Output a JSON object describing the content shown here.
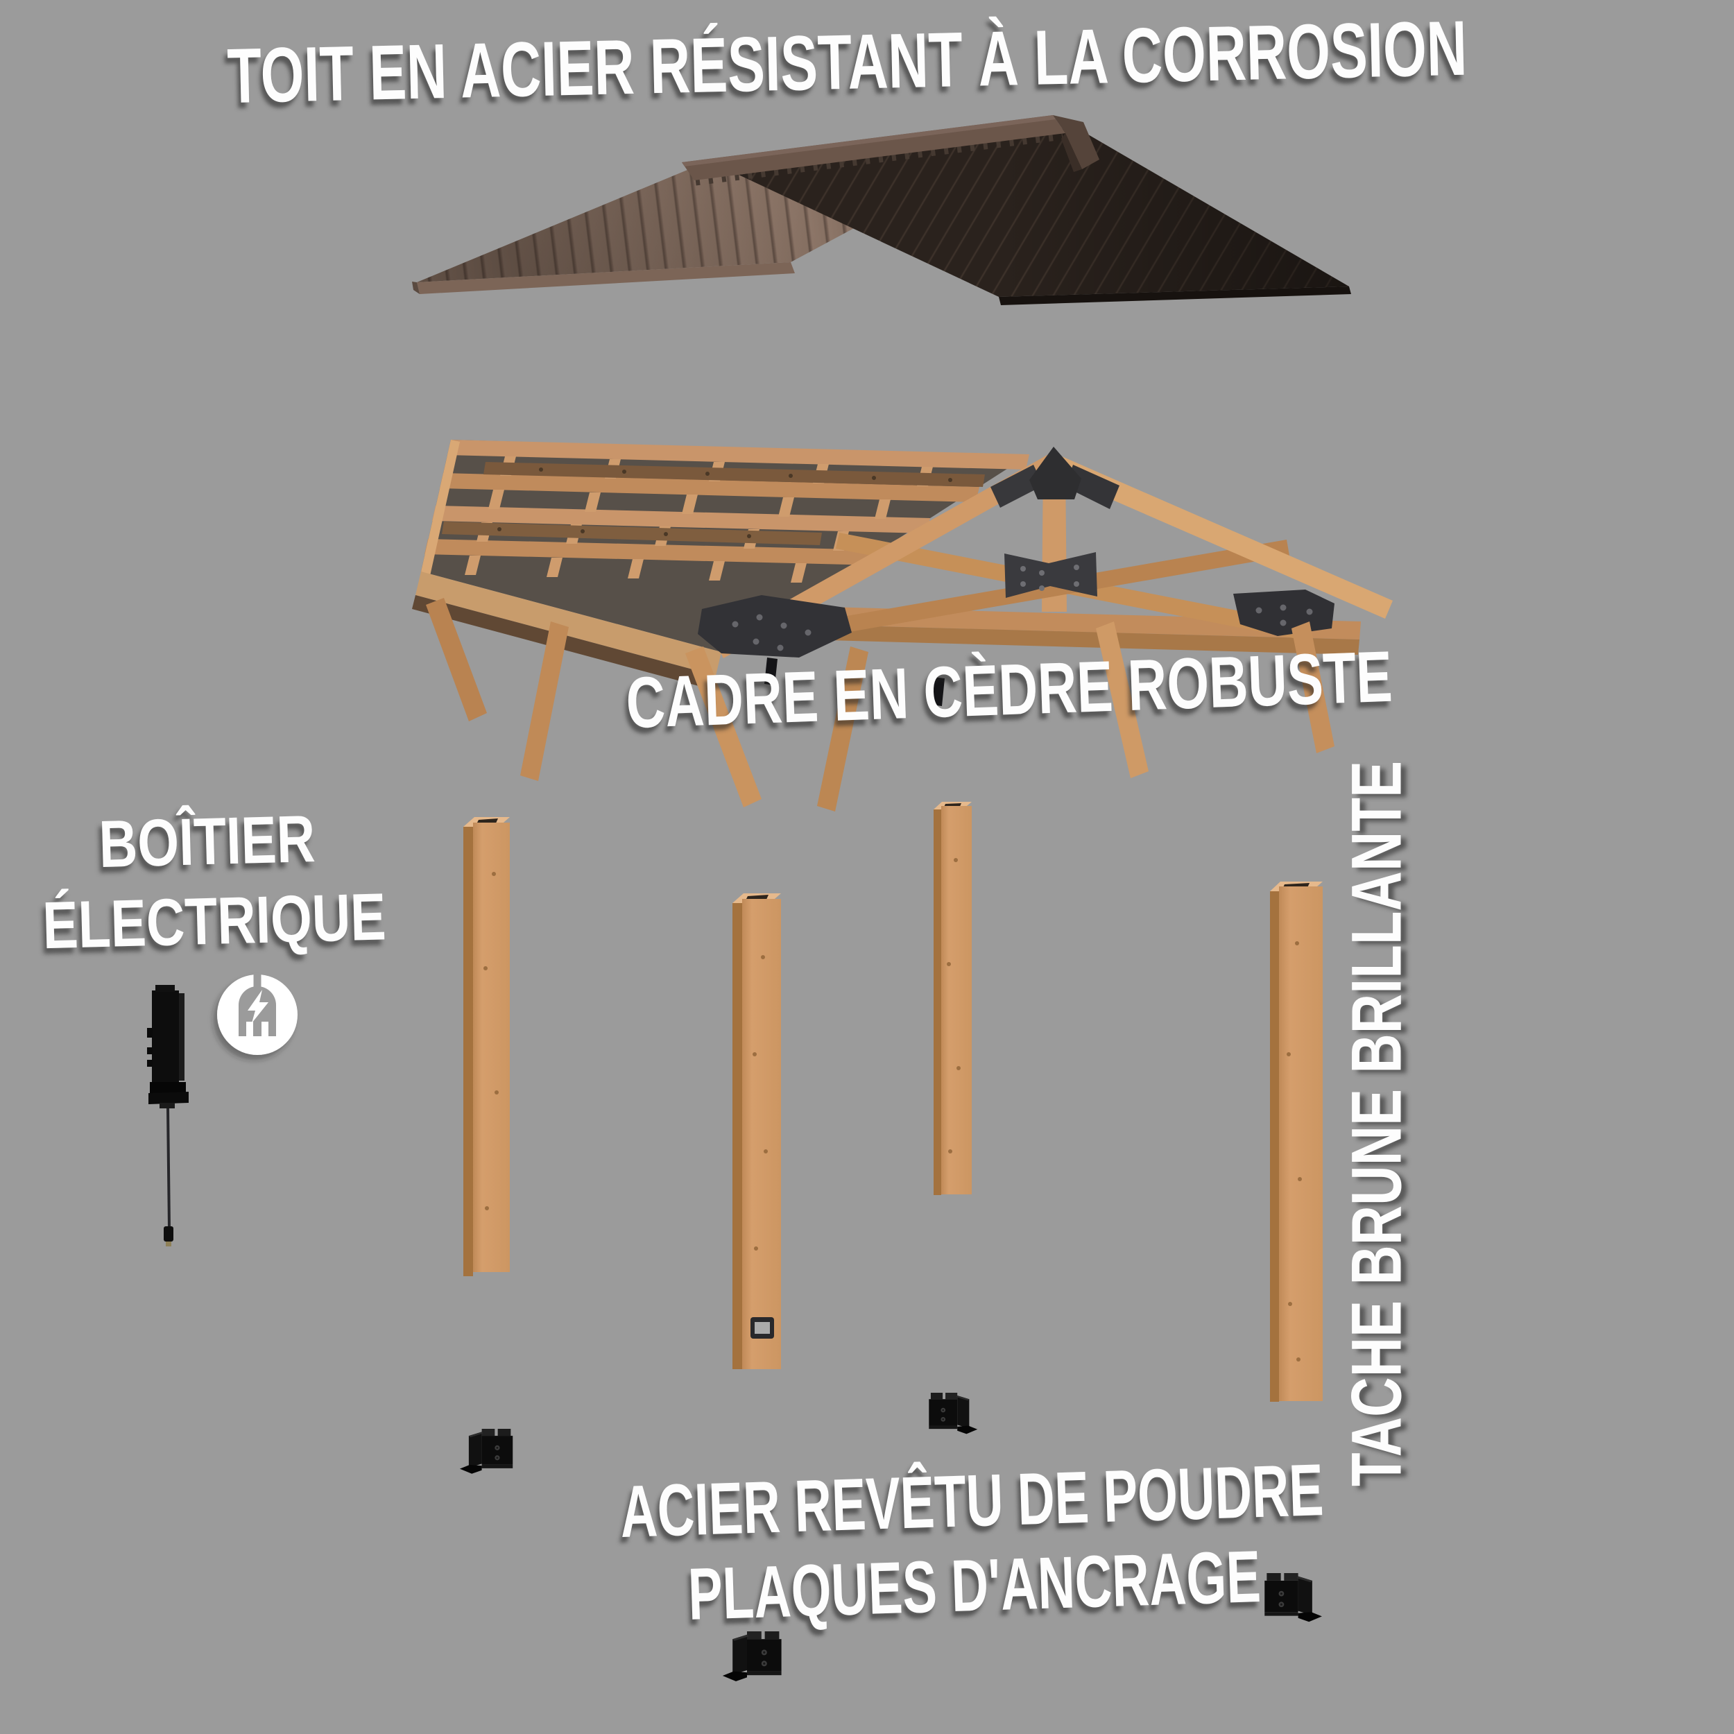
{
  "scene": {
    "description": "Exploded-view assembly diagram of a wooden gazebo with steel roof",
    "background_color": "#9b9b9b"
  },
  "labels": {
    "roof": "TOIT EN ACIER RÉSISTANT À LA CORROSION",
    "frame": "CADRE EN CÈDRE ROBUSTE",
    "electrical_line1": "BOÎTIER",
    "electrical_line2": "ÉLECTRIQUE",
    "stain": "TACHE BRUNE BRILLANTE",
    "anchors_line1": "ACIER REVÊTU DE POUDRE",
    "anchors_line2": "PLAQUES D'ANCRAGE"
  },
  "icons": [
    {
      "name": "electric-plug-icon",
      "meaning": "electrical plug with lightning bolt in white circle"
    }
  ],
  "parts": [
    {
      "name": "steel-roof",
      "color_dark": "#2a221d",
      "color_light": "#8d7668"
    },
    {
      "name": "cedar-frame",
      "color": "#c9956a",
      "plate_color": "#323236"
    },
    {
      "name": "wood-posts",
      "count": 4,
      "color": "#d29a67"
    },
    {
      "name": "anchor-plates",
      "count": 4,
      "color": "#0c0c0c"
    },
    {
      "name": "electrical-box",
      "color": "#0d0d0d"
    }
  ],
  "colors": {
    "label_text": "#fdfdfd",
    "background": "#9b9b9b",
    "roof_ridge": "#6b564a",
    "cedar_light": "#dca97a",
    "cedar_dark": "#a4723e",
    "hardware_black": "#2f2f32"
  }
}
